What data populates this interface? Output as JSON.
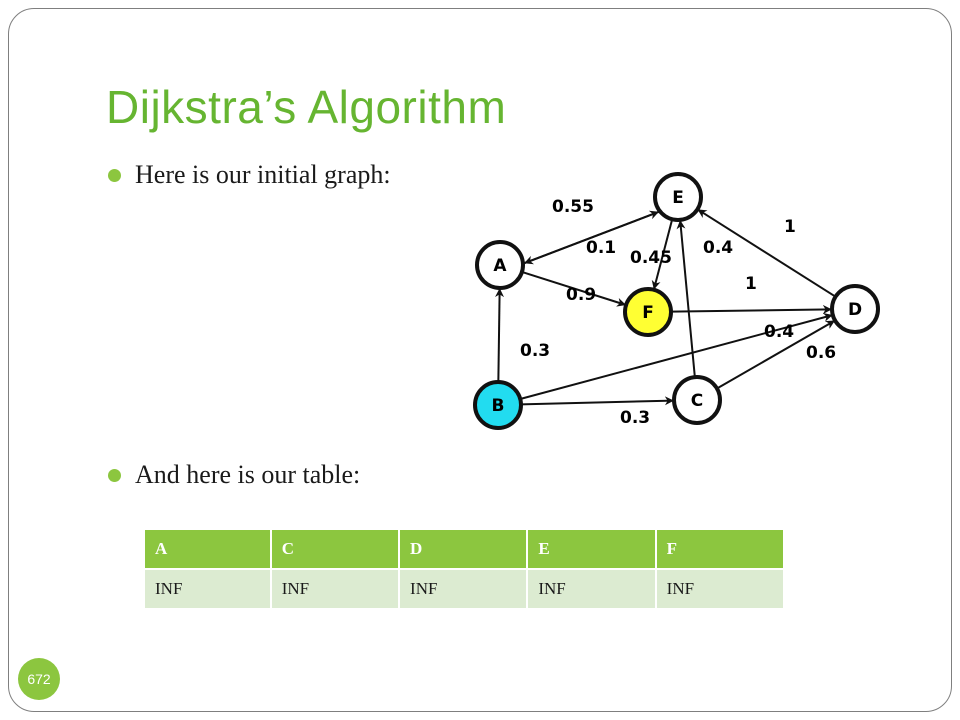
{
  "slide": {
    "title": "Dijkstra’s Algorithm",
    "bullets": [
      "Here is our initial graph:",
      "And here is our table:"
    ],
    "page_number": "672"
  },
  "colors": {
    "accent": "#8cc63f",
    "title": "#66b531",
    "node_f": "#ffff33",
    "node_b": "#22dcf0",
    "table_row": "#dcebd1"
  },
  "graph": {
    "nodes": [
      {
        "id": "A",
        "label": "A",
        "fill": "#ffffff"
      },
      {
        "id": "B",
        "label": "B",
        "fill": "#22dcf0"
      },
      {
        "id": "C",
        "label": "C",
        "fill": "#ffffff"
      },
      {
        "id": "D",
        "label": "D",
        "fill": "#ffffff"
      },
      {
        "id": "E",
        "label": "E",
        "fill": "#ffffff"
      },
      {
        "id": "F",
        "label": "F",
        "fill": "#ffff33"
      }
    ],
    "edges": [
      {
        "from": "E",
        "to": "A",
        "weight": "0.55"
      },
      {
        "from": "A",
        "to": "E",
        "weight": "0.1"
      },
      {
        "from": "E",
        "to": "F",
        "weight": "0.45"
      },
      {
        "from": "C",
        "to": "E",
        "weight": "0.4"
      },
      {
        "from": "D",
        "to": "E",
        "weight": "1"
      },
      {
        "from": "A",
        "to": "F",
        "weight": "0.9"
      },
      {
        "from": "F",
        "to": "D",
        "weight": "1"
      },
      {
        "from": "B",
        "to": "D",
        "weight": "0.4"
      },
      {
        "from": "C",
        "to": "D",
        "weight": "0.6"
      },
      {
        "from": "B",
        "to": "A",
        "weight": "0.3"
      },
      {
        "from": "B",
        "to": "C",
        "weight": "0.3"
      }
    ]
  },
  "table": {
    "headers": [
      "A",
      "C",
      "D",
      "E",
      "F"
    ],
    "rows": [
      [
        "INF",
        "INF",
        "INF",
        "INF",
        "INF"
      ]
    ]
  }
}
